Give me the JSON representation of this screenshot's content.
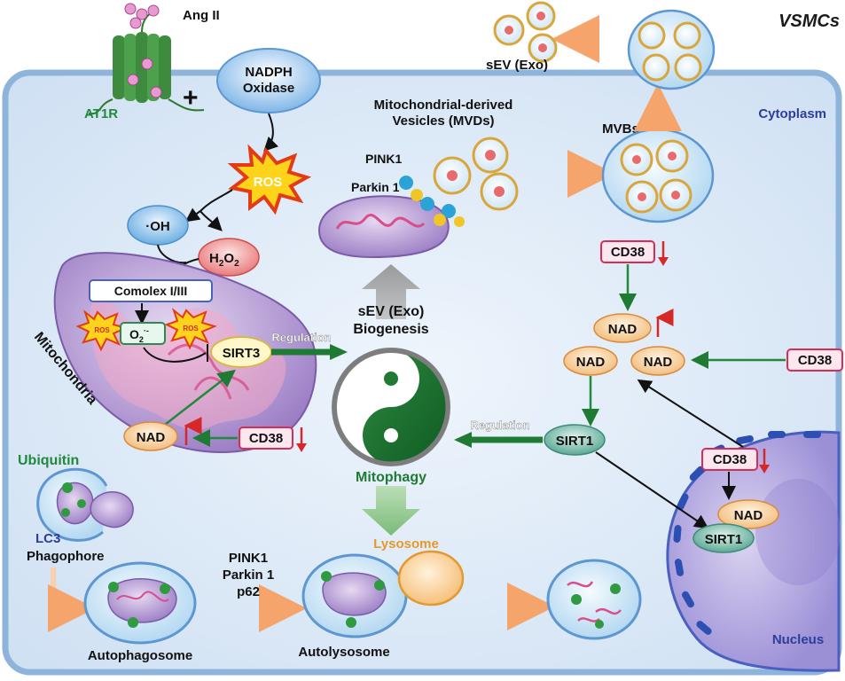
{
  "labels": {
    "vsmcs": "VSMCs",
    "ang2": "Ang II",
    "at1r": "AT1R",
    "plus": "+",
    "nadph_line1": "NADPH",
    "nadph_line2": "Oxidase",
    "ros_main": "ROS",
    "ros_small_a": "ROS",
    "ros_small_b": "ROS",
    "oh": "·OH",
    "h2o2": "H",
    "h2o2_sub2a": "2",
    "h2o2_o": "O",
    "h2o2_sub2b": "2",
    "complex": "Comolex I/III",
    "superoxide": "O",
    "superoxide_sub": "2",
    "superoxide_sup": "·-",
    "sirt3": "SIRT3",
    "mitochondria": "Mitochondria",
    "regulation_top": "Regulation",
    "regulation_mid": "Regulation",
    "sev_biogenesis_1": "sEV (Exo)",
    "sev_biogenesis_2": "Biogenesis",
    "mitophagy": "Mitophagy",
    "mdv_line1": "Mitochondrial-derived",
    "mdv_line2": "Vesicles (MVDs)",
    "pink1_top": "PINK1",
    "parkin_top": "Parkin 1",
    "sev_exo_top": "sEV (Exo)",
    "cytoplasm": "Cytoplasm",
    "mvbs": "MVBs",
    "cd38_1": "CD38",
    "cd38_2": "CD38",
    "cd38_3": "CD38",
    "cd38_left": "CD38",
    "nad_up": "NAD",
    "nad_a": "NAD",
    "nad_b": "NAD",
    "nad_left": "NAD",
    "nad_nucleus": "NAD",
    "sirt1": "SIRT1",
    "sirt1_nucleus": "SIRT1",
    "ubiquitin": "Ubiquitin",
    "lc3": "LC3",
    "phagophore": "Phagophore",
    "autophagosome": "Autophagosome",
    "pink1_bottom": "PINK1",
    "parkin_bottom": "Parkin 1",
    "p62": "p62",
    "lysosome": "Lysosome",
    "autolysosome": "Autolysosome",
    "nucleus": "Nucleus"
  },
  "colors": {
    "cell_fill": "#dce9f7",
    "cell_border": "#7fa8d6",
    "green_arrow": "#1f7a34",
    "red_arrow": "#d62828",
    "cd38_border": "#d62d57",
    "nad_fill": "#f8d9a8",
    "sirt_fill": "#6fb8a6",
    "mito_fill": "#b9a3d6",
    "text_dark": "#111111",
    "green_text": "#1f8a3a",
    "blue_text": "#2b3e9b",
    "orange_text": "#e39a2c"
  }
}
